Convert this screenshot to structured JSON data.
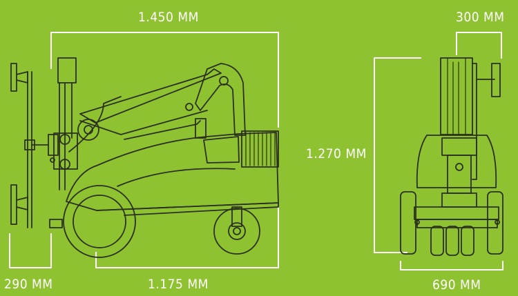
{
  "background_color": "#8fc230",
  "line_color": "#ffffff",
  "drawing_color": "#2a2f1e",
  "dimensions": {
    "overall_length": "1.450 MM",
    "width_top": "300 MM",
    "height": "1.270 MM",
    "front_overhang": "290 MM",
    "wheelbase": "1.175 MM",
    "overall_width": "690 MM"
  }
}
